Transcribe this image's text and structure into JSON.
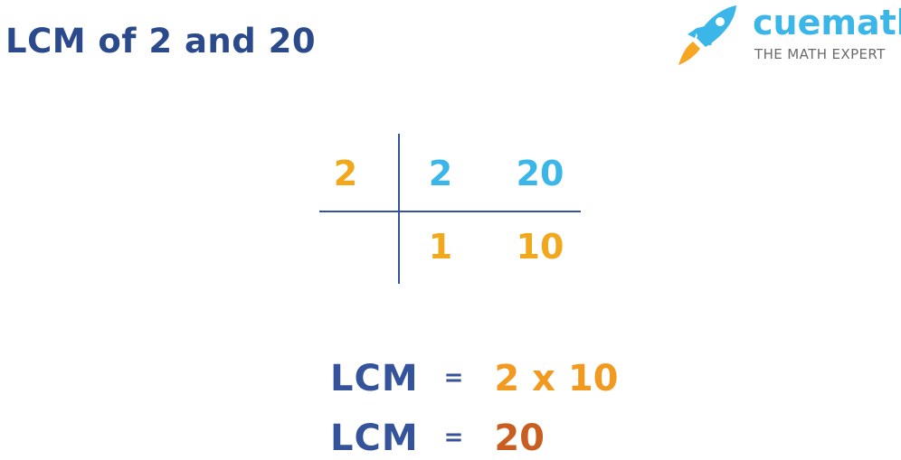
{
  "title": "LCM of 2 and 20",
  "logo": {
    "brand": "cuemath",
    "tagline": "THE MATH EXPERT"
  },
  "division": {
    "divisor": "2",
    "row1": [
      "2",
      "20"
    ],
    "row2": [
      "1",
      "10"
    ]
  },
  "equations": [
    {
      "lhs": "LCM",
      "sign": "=",
      "rhs": "2 x 10"
    },
    {
      "lhs": "LCM",
      "sign": "=",
      "rhs": "20"
    }
  ],
  "colors": {
    "title": "#2b4a8b",
    "divisor": "#f2a81d",
    "row1": "#3ab6e8",
    "row2": "#f2a81d",
    "lines": "#34539a",
    "rhs1": "#f29a1f",
    "rhs2": "#c95e23"
  }
}
